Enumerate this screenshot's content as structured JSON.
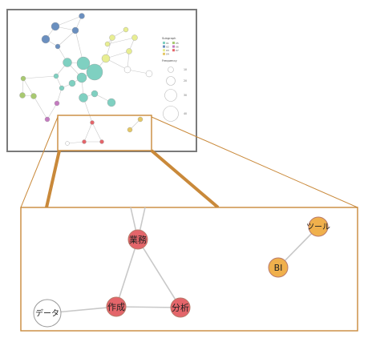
{
  "overview": {
    "legend": {
      "subgraph_title": "Subgraph",
      "subgraph_labels": [
        "01",
        "02",
        "03",
        "04",
        "05",
        "06",
        "07"
      ],
      "subgraph_colors": [
        "#7fd0c1",
        "#6a8fbf",
        "#e8ee92",
        "#e5c765",
        "#a8c970",
        "#c47bc0",
        "#e4656a"
      ],
      "frequency_title": "Frequency",
      "frequency_values": [
        "10",
        "20",
        "30",
        "40"
      ]
    },
    "nodes": [
      {
        "label": "",
        "color": "#6a8fbf"
      },
      {
        "label": "",
        "color": "#6a8fbf"
      },
      {
        "label": "",
        "color": "#6a8fbf"
      },
      {
        "label": "",
        "color": "#6a8fbf"
      },
      {
        "label": "",
        "color": "#6a8fbf"
      },
      {
        "label": "",
        "color": "#7fd0c1"
      },
      {
        "label": "",
        "color": "#7fd0c1"
      },
      {
        "label": "",
        "color": "#7fd0c1"
      },
      {
        "label": "",
        "color": "#7fd0c1"
      },
      {
        "label": "",
        "color": "#7fd0c1"
      },
      {
        "label": "",
        "color": "#7fd0c1"
      },
      {
        "label": "",
        "color": "#7fd0c1"
      },
      {
        "label": "",
        "color": "#7fd0c1"
      },
      {
        "label": "",
        "color": "#7fd0c1"
      },
      {
        "label": "",
        "color": "#7fd0c1"
      },
      {
        "label": "",
        "color": "#e8ee92"
      },
      {
        "label": "",
        "color": "#e8ee92"
      },
      {
        "label": "",
        "color": "#e8ee92"
      },
      {
        "label": "",
        "color": "#e8ee92"
      },
      {
        "label": "",
        "color": "#e8ee92"
      },
      {
        "label": "",
        "color": "#e8ee92"
      },
      {
        "label": "",
        "color": "#ffffff"
      },
      {
        "label": "",
        "color": "#ffffff"
      },
      {
        "label": "",
        "color": "#a8c970"
      },
      {
        "label": "",
        "color": "#a8c970"
      },
      {
        "label": "",
        "color": "#a8c970"
      },
      {
        "label": "",
        "color": "#c47bc0"
      },
      {
        "label": "",
        "color": "#c47bc0"
      },
      {
        "label": "",
        "color": "#e4656a"
      },
      {
        "label": "",
        "color": "#e4656a"
      },
      {
        "label": "",
        "color": "#e4656a"
      },
      {
        "label": "",
        "color": "#ffffff"
      },
      {
        "label": "",
        "color": "#e5c765"
      },
      {
        "label": "",
        "color": "#e5c765"
      }
    ]
  },
  "zoom": {
    "nodes": [
      {
        "id": "gyomu",
        "label": "業務",
        "color": "#e4656a"
      },
      {
        "id": "sakusei",
        "label": "作成",
        "color": "#e4656a"
      },
      {
        "id": "bunseki",
        "label": "分析",
        "color": "#e4656a"
      },
      {
        "id": "data",
        "label": "データ",
        "color": "#ffffff"
      },
      {
        "id": "tool",
        "label": "ツール",
        "color": "#f0b04c"
      },
      {
        "id": "bi",
        "label": "BI",
        "color": "#f0b04c"
      }
    ]
  },
  "colors": {
    "frame": "#7a7a7a",
    "accent": "#c9893a",
    "edge": "#c8c8c8"
  }
}
